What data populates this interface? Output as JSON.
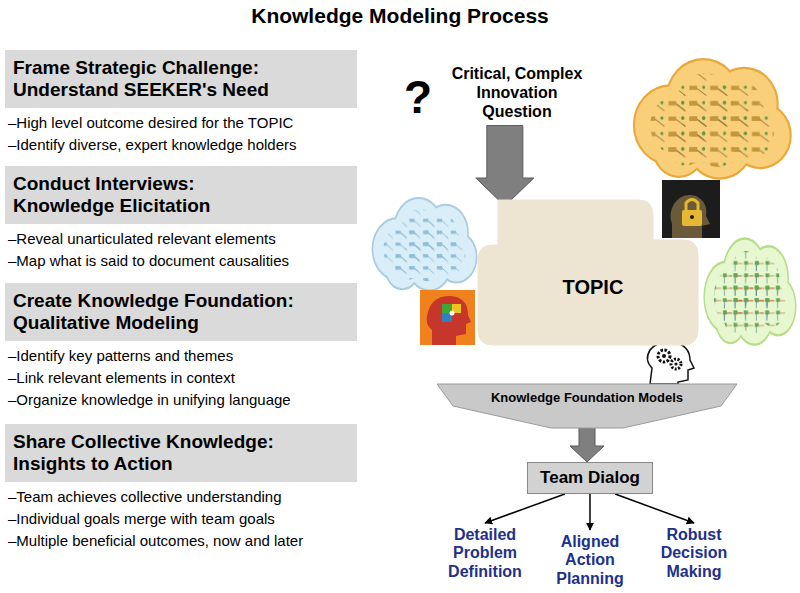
{
  "diagram": {
    "title": "Knowledge Modeling Process",
    "nodes": [
      {
        "text": [
          "Frame Strategic Challenge: Understand SEEKER's Need"
        ]
      },
      {
        "text": [
          "Conduct Interviews: Knowledge Elicitation"
        ]
      },
      {
        "text": [
          "Create Knowledge Foundation: Qualitative Modeling"
        ]
      },
      {
        "text": [
          "Share Collective Knowledge: Insights to Action"
        ]
      },
      {
        "text": [
          "Critical, Complex Innovation Question"
        ]
      },
      {
        "text": [
          "TOPIC"
        ]
      },
      {
        "text": [
          "Knowledge Foundation Models"
        ]
      },
      {
        "text": [
          "Team Dialog"
        ]
      },
      {
        "text": [
          "Detailed Problem Definition"
        ]
      },
      {
        "text": [
          "Aligned Action Planning"
        ]
      },
      {
        "text": [
          "Robust Decision Making"
        ]
      }
    ],
    "edges": [
      {
        "from": 4,
        "to": 5,
        "arrow": "to"
      },
      {
        "from": 6,
        "to": 7,
        "arrow": "to"
      },
      {
        "from": 7,
        "to": 8,
        "arrow": "to"
      },
      {
        "from": 7,
        "to": 9,
        "arrow": "to"
      },
      {
        "from": 7,
        "to": 10,
        "arrow": "to"
      }
    ],
    "labels": [
      "–High level outcome desired for the TOPIC",
      "–Identify diverse, expert knowledge holders",
      "–Reveal unarticulated relevant elements",
      "–Map what is said to document causalities",
      "–Identify key patterns and themes",
      "–Link relevant elements in context",
      "–Organize knowledge in unifying language",
      "–Team achieves collective understanding",
      "–Individual goals merge with team goals",
      "–Multiple beneficial outcomes, now and later",
      "?"
    ]
  }
}
